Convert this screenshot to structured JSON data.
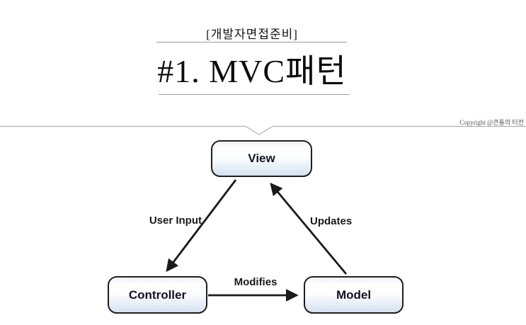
{
  "header": {
    "category": "[개발자면접준비]",
    "title": "#1. MVC패턴",
    "copyright": "Copyright @큰돌의 터전"
  },
  "diagram": {
    "type": "mvc-pattern-triangle",
    "nodes": [
      {
        "id": "view",
        "label": "View"
      },
      {
        "id": "controller",
        "label": "Controller"
      },
      {
        "id": "model",
        "label": "Model"
      }
    ],
    "edges": [
      {
        "label": "User Input",
        "from": "view",
        "to": "controller"
      },
      {
        "label": "Updates",
        "from": "model",
        "to": "view"
      },
      {
        "label": "Modifies",
        "from": "controller",
        "to": "model"
      }
    ]
  },
  "colors": {
    "background": "#ffffff",
    "node_border": "#1e1e1e",
    "node_fill_top": "#ffffff",
    "node_fill_bottom": "#d6e2f0",
    "node_text": "#121220",
    "arrow": "#1a1a1a",
    "divider": "#b0b0b0",
    "header_rule": "#9a9a9a",
    "copyright_text": "#555555"
  }
}
